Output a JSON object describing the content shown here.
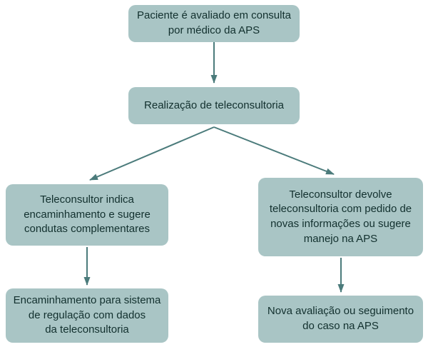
{
  "diagram": {
    "type": "flowchart",
    "colors": {
      "bg": "#ffffff",
      "box_fill": "#a9c5c5",
      "box_text": "#12302e",
      "arrow_color": "#4b7b7b"
    },
    "nodes": {
      "top": {
        "label": "Paciente é avaliado em consulta\npor médico da APS"
      },
      "tele": {
        "label": "Realização de teleconsultoria"
      },
      "left_mid": {
        "label": "Teleconsultor indica\nencaminhamento e sugere\ncondutas complementares"
      },
      "right_mid": {
        "label": "Teleconsultor devolve\nteleconsultoria com pedido de\nnovas informações ou sugere\nmanejo na APS"
      },
      "left_bottom": {
        "label": "Encaminhamento para sistema\nde regulação com dados\nda teleconsultoria"
      },
      "right_bottom": {
        "label": "Nova avaliação ou seguimento\ndo caso na APS"
      }
    },
    "edges": [
      {
        "from": "top",
        "to": "tele"
      },
      {
        "from": "tele",
        "to": "left_mid"
      },
      {
        "from": "tele",
        "to": "right_mid"
      },
      {
        "from": "left_mid",
        "to": "left_bottom"
      },
      {
        "from": "right_mid",
        "to": "right_bottom"
      }
    ]
  }
}
